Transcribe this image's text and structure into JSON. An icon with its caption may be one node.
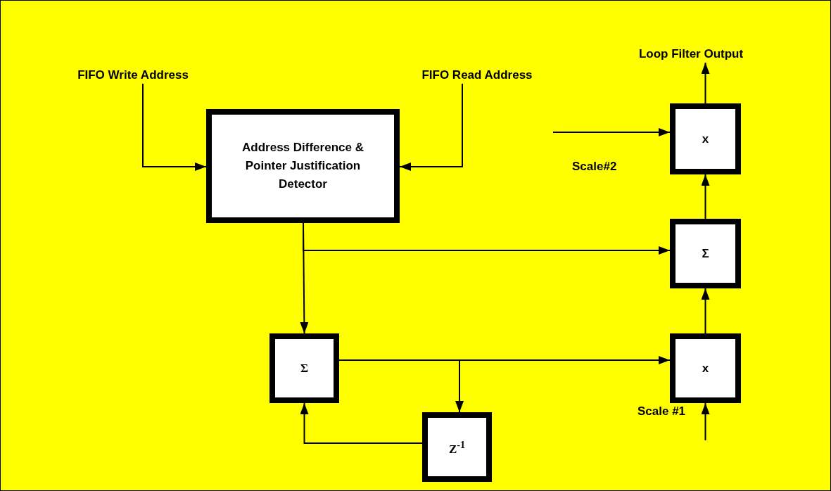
{
  "diagram": {
    "nodes": [
      {
        "text": [
          "FIFO Write Address"
        ]
      },
      {
        "text": [
          "FIFO Read Address"
        ]
      },
      {
        "text": [
          "Loop Filter Output"
        ]
      },
      {
        "text": [
          "Address Difference & Pointer Justification Detector"
        ]
      },
      {
        "text": [
          "x"
        ]
      },
      {
        "text": [
          "Σ"
        ]
      },
      {
        "text": [
          "Σ"
        ]
      },
      {
        "text": [
          "x"
        ]
      },
      {
        "text": [
          "Z$^{-1}$"
        ]
      }
    ],
    "edges": [
      {
        "from": 0,
        "to": 3,
        "arrow": "to"
      },
      {
        "from": 1,
        "to": 3,
        "arrow": "to"
      },
      {
        "from": 4,
        "to": 2,
        "arrow": "to"
      },
      {
        "from": 3,
        "to": 5,
        "arrow": "to"
      },
      {
        "from": 3,
        "to": 6,
        "arrow": "to"
      },
      {
        "from": 6,
        "to": 7,
        "arrow": "to"
      },
      {
        "from": 6,
        "to": 8,
        "arrow": "to"
      },
      {
        "from": 8,
        "to": 6,
        "arrow": "to"
      },
      {
        "from": 7,
        "to": 5,
        "arrow": "to"
      },
      {
        "from": 5,
        "to": 4,
        "arrow": "to"
      },
      {
        "from": null,
        "to": 4,
        "arrow": "to",
        "label": "Scale#2"
      },
      {
        "from": null,
        "to": 7,
        "arrow": "to",
        "label": "Scale #1"
      }
    ]
  }
}
